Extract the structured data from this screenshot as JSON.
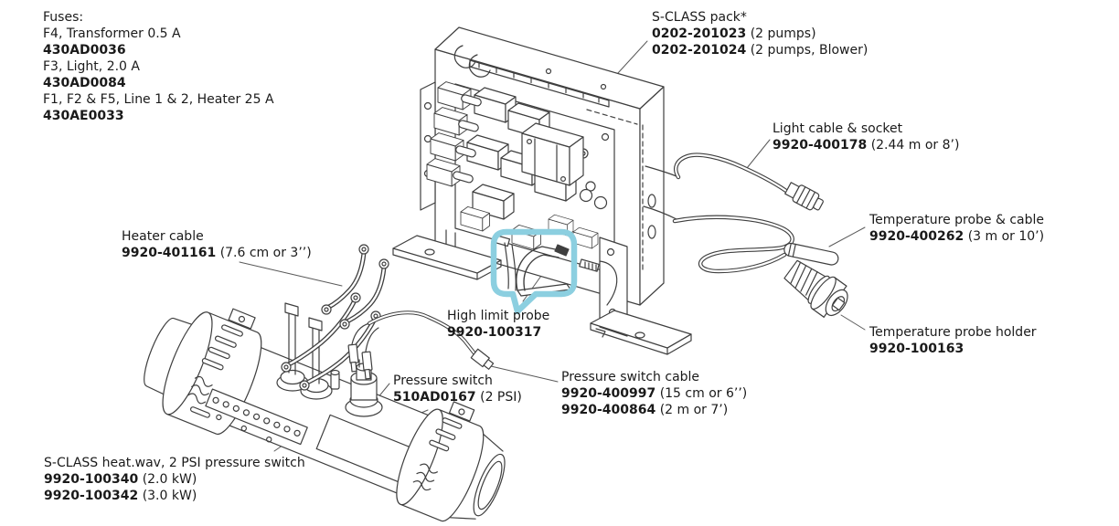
{
  "colors": {
    "highlight": "#8CCFE0",
    "line": "#3F3F3F",
    "leader": "#5A5A5A",
    "text": "#1A1A1A"
  },
  "labels": {
    "fuses": {
      "title": "Fuses:",
      "item1_desc": "F4, Transformer 0.5 A",
      "item1_part": "430AD0036",
      "item2_desc": "F3, Light, 2.0 A",
      "item2_part": "430AD0084",
      "item3_desc": "F1, F2 & F5, Line 1 & 2, Heater 25 A",
      "item3_part": "430AE0033"
    },
    "pack": {
      "title": "S-CLASS pack*",
      "part1": "0202-201023",
      "part1_desc": "(2 pumps)",
      "part2": "0202-201024",
      "part2_desc": "(2 pumps, Blower)"
    },
    "light_cable": {
      "title": "Light cable & socket",
      "part": "9920-400178",
      "desc": "(2.44 m or 8’)"
    },
    "temp_probe": {
      "title": "Temperature probe & cable",
      "part": "9920-400262",
      "desc": "(3 m or 10’)"
    },
    "temp_holder": {
      "title": "Temperature probe holder",
      "part": "9920-100163"
    },
    "heater_cable": {
      "title": "Heater cable",
      "part": "9920-401161",
      "desc": "(7.6 cm or 3’’)"
    },
    "high_limit": {
      "title": "High limit probe",
      "part": "9920-100317"
    },
    "pressure_switch": {
      "title": "Pressure switch",
      "part": "510AD0167",
      "desc": "(2 PSI)"
    },
    "pressure_cable": {
      "title": "Pressure switch cable",
      "part1": "9920-400997",
      "part1_desc": "(15 cm or 6’’)",
      "part2": "9920-400864",
      "part2_desc": "(2 m or 7’)"
    },
    "heater": {
      "title": "S-CLASS heat.wav, 2 PSI pressure switch",
      "part1": "9920-100340",
      "part1_desc": "(2.0 kW)",
      "part2": "9920-100342",
      "part2_desc": "(3.0 kW)"
    }
  }
}
